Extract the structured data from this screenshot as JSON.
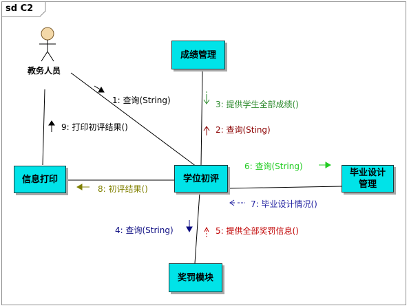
{
  "frame": {
    "label": "sd C2"
  },
  "actor": {
    "name": "教务人员"
  },
  "objects": {
    "grade_mgmt": "成绩管理",
    "degree_review": "学位初评",
    "info_print": "信息打印",
    "thesis_mgmt_line1": "毕业设计",
    "thesis_mgmt_line2": "管理",
    "reward_module": "奖罚模块"
  },
  "messages": {
    "m1": "1: 查询(String)",
    "m2": "2: 查询(Sting)",
    "m3": "3: 提供学生全部成绩()",
    "m4": "4: 查询(String)",
    "m5": "5: 提供全部奖罚信息()",
    "m6": "6: 查询(String)",
    "m7": "7: 毕业设计情况()",
    "m8": "8: 初评结果()",
    "m9": "9: 打印初评结果()"
  },
  "colors": {
    "object_fill": "#00e3e8",
    "m1": "#000000",
    "m2": "#8b0000",
    "m3": "#2e8b2e",
    "m4": "#0a0a80",
    "m5": "#c00000",
    "m6": "#22cc22",
    "m7": "#2020a0",
    "m8": "#808000",
    "m9": "#000000"
  }
}
